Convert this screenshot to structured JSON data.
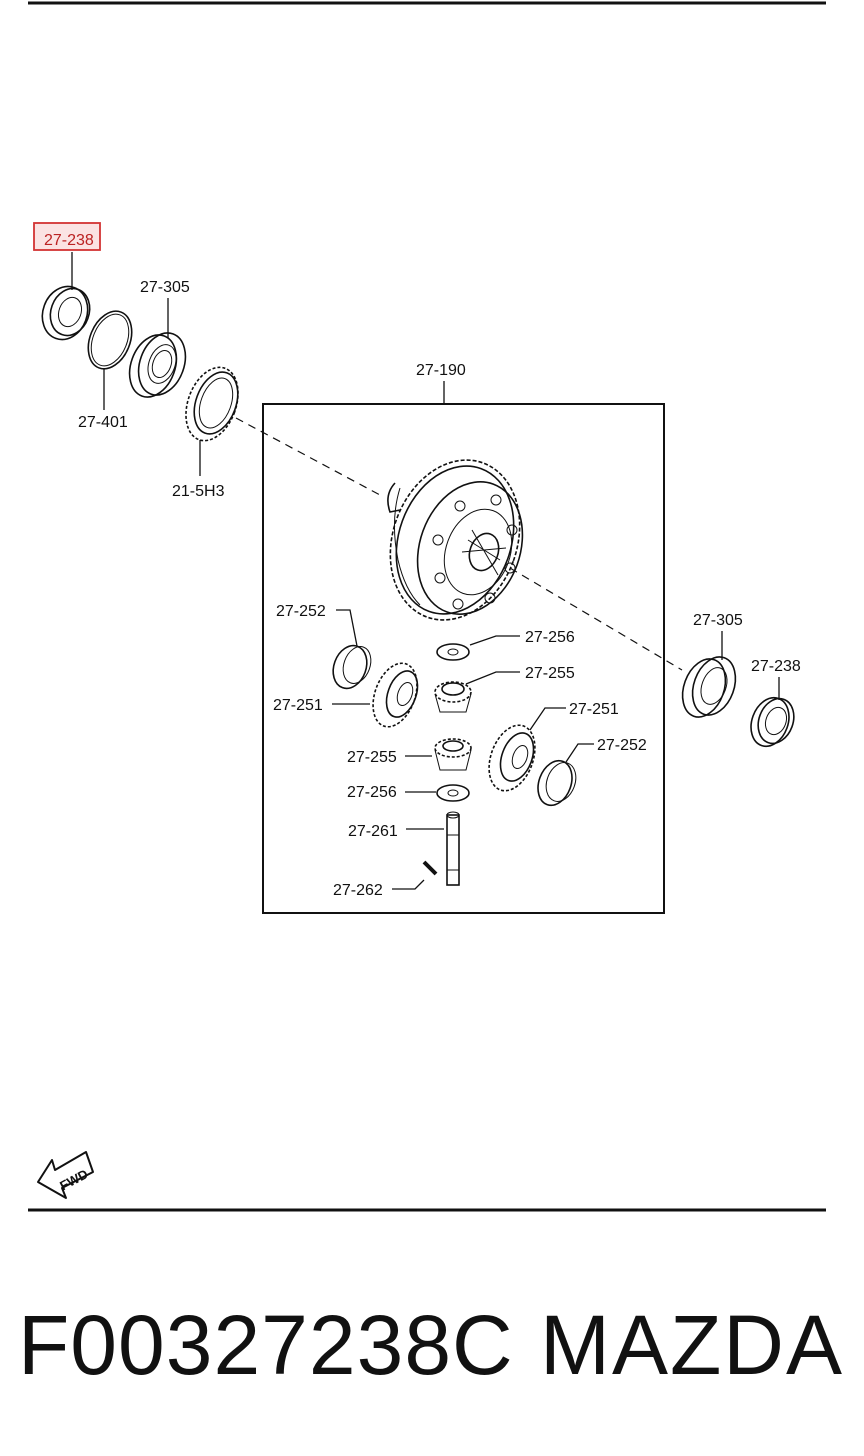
{
  "diagram": {
    "highlighted_label": "27-238",
    "labels": {
      "l_238_left": "27-238",
      "l_305_left": "27-305",
      "l_401": "27-401",
      "l_5h3": "21-5H3",
      "l_190": "27-190",
      "l_252_top": "27-252",
      "l_256_top": "27-256",
      "l_255_top": "27-255",
      "l_251_left": "27-251",
      "l_251_right": "27-251",
      "l_255_bottom": "27-255",
      "l_252_right": "27-252",
      "l_256_bottom": "27-256",
      "l_261": "27-261",
      "l_262": "27-262",
      "l_305_right": "27-305",
      "l_238_right": "27-238"
    },
    "fwd_label": "FWD"
  },
  "footer": {
    "part_number": "F00327238C",
    "brand": "MAZDA"
  },
  "colors": {
    "line": "#111111",
    "highlight_box": "#d33333",
    "highlight_fill": "#fbe3e3"
  }
}
